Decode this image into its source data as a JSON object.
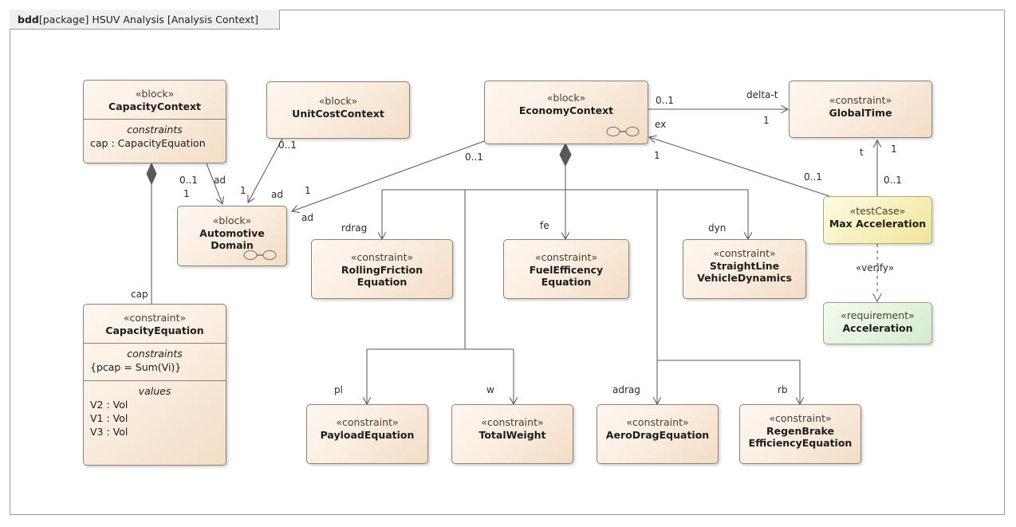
{
  "diagram": {
    "header": {
      "kind": "bdd",
      "scope": "[package] HSUV Analysis [Analysis Context]"
    },
    "stereotypes": {
      "block": "«block»",
      "constraint": "«constraint»",
      "testcase": "«testCase»",
      "requirement": "«requirement»",
      "verify": "«verify»"
    },
    "compartment_titles": {
      "constraints": "constraints",
      "values": "values"
    },
    "colors": {
      "block_fill": "#fbeee1",
      "block_border": "#8a8274",
      "testcase_fill": "#f7f0bb",
      "testcase_border": "#b3a86a",
      "requirement_fill": "#e4f3de",
      "requirement_border": "#8aae86",
      "line": "#595959",
      "frame_border": "#9a9a9a",
      "tab_fill": "#f0f0ef"
    },
    "nodes": [
      {
        "id": "capacityContext",
        "stereotype": "«block»",
        "name": "CapacityContext",
        "compartments": [
          {
            "title": "constraints",
            "items": [
              "cap : CapacityEquation"
            ]
          }
        ]
      },
      {
        "id": "unitCostContext",
        "stereotype": "«block»",
        "name": "UnitCostContext",
        "compartments": []
      },
      {
        "id": "economyContext",
        "stereotype": "«block»",
        "name": "EconomyContext",
        "compartments": [],
        "icon": "constraint-block-icon"
      },
      {
        "id": "globalTime",
        "stereotype": "«constraint»",
        "name": "GlobalTime",
        "compartments": []
      },
      {
        "id": "automotiveDomain",
        "stereotype": "«block»",
        "name": "Automotive Domain",
        "compartments": [],
        "icon": "constraint-block-icon"
      },
      {
        "id": "maxAcceleration",
        "stereotype": "«testCase»",
        "name": "Max Acceleration",
        "compartments": []
      },
      {
        "id": "acceleration",
        "stereotype": "«requirement»",
        "name": "Acceleration",
        "compartments": []
      },
      {
        "id": "capacityEquation",
        "stereotype": "«constraint»",
        "name": "CapacityEquation",
        "compartments": [
          {
            "title": "constraints",
            "items": [
              "{pcap = Sum(Vi)}"
            ]
          },
          {
            "title": "values",
            "items": [
              "V2 : Vol",
              "V1 : Vol",
              "V3 : Vol"
            ]
          }
        ]
      },
      {
        "id": "rollingFriction",
        "stereotype": "«constraint»",
        "name": "RollingFriction Equation",
        "name_lines": [
          "RollingFriction Equation"
        ],
        "compartments": []
      },
      {
        "id": "fuelEfficency",
        "stereotype": "«constraint»",
        "name": "FuelEfficency Equation",
        "name_lines": [
          "FuelEfficency Equation"
        ],
        "compartments": []
      },
      {
        "id": "straightLineVehicleDynamics",
        "stereotype": "«constraint»",
        "name": "StraightLine VehicleDynamics",
        "name_lines": [
          "StraightLine",
          "VehicleDynamics"
        ],
        "compartments": []
      },
      {
        "id": "payloadEquation",
        "stereotype": "«constraint»",
        "name": "PayloadEquation",
        "name_lines": [
          "PayloadEquation"
        ],
        "compartments": []
      },
      {
        "id": "totalWeight",
        "stereotype": "«constraint»",
        "name": "TotalWeight",
        "name_lines": [
          "TotalWeight"
        ],
        "compartments": []
      },
      {
        "id": "aeroDragEquation",
        "stereotype": "«constraint»",
        "name": "AeroDragEquation",
        "name_lines": [
          "AeroDragEquation"
        ],
        "compartments": []
      },
      {
        "id": "regenBrakeEfficiencyEquation",
        "stereotype": "«constraint»",
        "name": "RegenBrake EfficiencyEquation",
        "name_lines": [
          "RegenBrake",
          "EfficiencyEquation"
        ],
        "compartments": []
      }
    ],
    "edge_labels": {
      "unitcost_mult": "0..1",
      "capctx_to_ad_mult_src": "0..1",
      "capctx_to_ad_mult_tgt": "1",
      "capctx_to_ad_role": "ad",
      "unitcost_to_ad_role": "ad",
      "unitcost_to_ad_mult": "1",
      "econ_to_ad_mult_src": "0..1",
      "econ_to_ad_mult_tgt": "1",
      "econ_to_ad_role": "ad",
      "cap_role": "cap",
      "rdrag_role": "rdrag",
      "fe_role": "fe",
      "dyn_role": "dyn",
      "pl_role": "pl",
      "w_role": "w",
      "adrag_role": "adrag",
      "rb_role": "rb",
      "delta_t_role": "delta-t",
      "delta_t_mult_src": "0..1",
      "delta_t_mult_tgt": "1",
      "ex_role": "ex",
      "ex_mult_tgt": "1",
      "ex_mult_src": "0..1",
      "t_role": "t",
      "t_mult_tgt": "1",
      "t_mult_src": "0..1",
      "verify_label": "«verify»"
    }
  }
}
